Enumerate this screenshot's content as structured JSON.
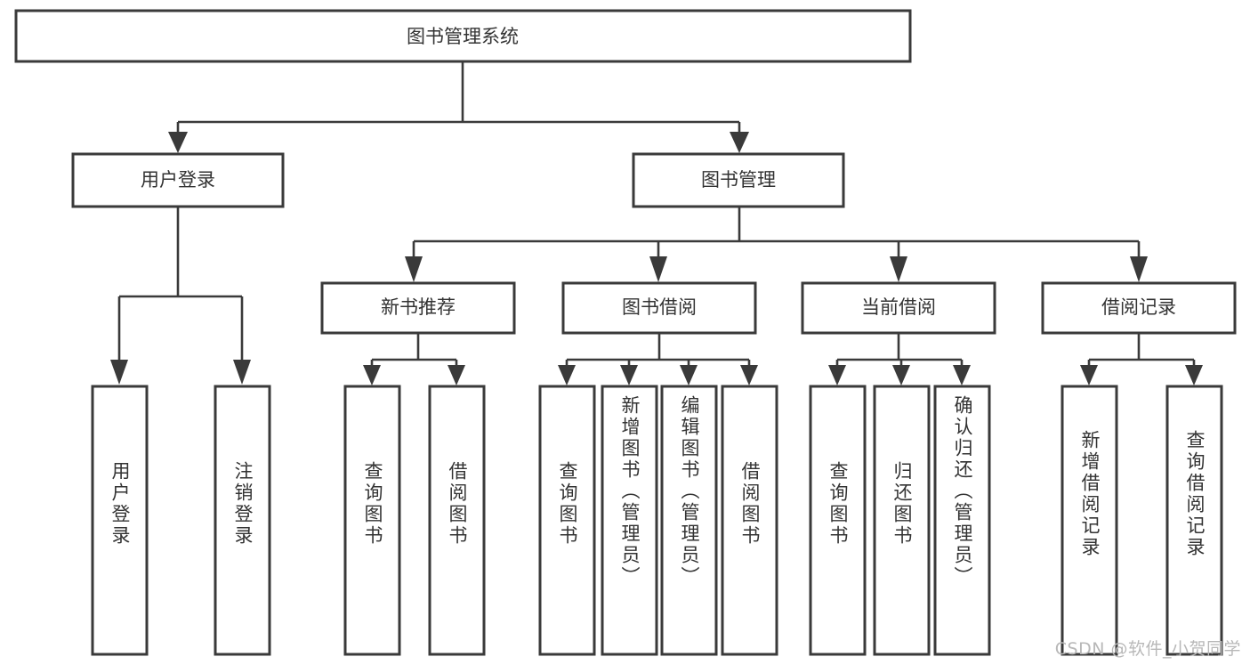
{
  "diagram": {
    "title": "图书管理系统",
    "type": "tree",
    "root": {
      "id": "root",
      "label": "图书管理系统",
      "orientation": "horizontal"
    },
    "level2": [
      {
        "id": "user-login",
        "label": "用户登录",
        "orientation": "horizontal"
      },
      {
        "id": "book-manage",
        "label": "图书管理",
        "orientation": "horizontal"
      }
    ],
    "level3": [
      {
        "id": "new-book-recommend",
        "label": "新书推荐",
        "parent": "book-manage",
        "orientation": "horizontal"
      },
      {
        "id": "book-borrow",
        "label": "图书借阅",
        "parent": "book-manage",
        "orientation": "horizontal"
      },
      {
        "id": "current-borrow",
        "label": "当前借阅",
        "parent": "book-manage",
        "orientation": "horizontal"
      },
      {
        "id": "borrow-record",
        "label": "借阅记录",
        "parent": "book-manage",
        "orientation": "horizontal"
      }
    ],
    "leaves": [
      {
        "id": "leaf-user-login",
        "label": "用户登录",
        "parent": "user-login",
        "orientation": "vertical"
      },
      {
        "id": "leaf-user-logout",
        "label": "注销登录",
        "parent": "user-login",
        "orientation": "vertical"
      },
      {
        "id": "leaf-query-book-1",
        "label": "查询图书",
        "parent": "new-book-recommend",
        "orientation": "vertical"
      },
      {
        "id": "leaf-borrow-book-1",
        "label": "借阅图书",
        "parent": "new-book-recommend",
        "orientation": "vertical"
      },
      {
        "id": "leaf-query-book-2",
        "label": "查询图书",
        "parent": "book-borrow",
        "orientation": "vertical"
      },
      {
        "id": "leaf-add-book",
        "label": "新增图书（管理员）",
        "parent": "book-borrow",
        "orientation": "vertical"
      },
      {
        "id": "leaf-edit-book",
        "label": "编辑图书（管理员）",
        "parent": "book-borrow",
        "orientation": "vertical"
      },
      {
        "id": "leaf-borrow-book-2",
        "label": "借阅图书",
        "parent": "book-borrow",
        "orientation": "vertical"
      },
      {
        "id": "leaf-query-book-3",
        "label": "查询图书",
        "parent": "current-borrow",
        "orientation": "vertical"
      },
      {
        "id": "leaf-return-book",
        "label": "归还图书",
        "parent": "current-borrow",
        "orientation": "vertical"
      },
      {
        "id": "leaf-confirm-return",
        "label": "确认归还（管理员）",
        "parent": "current-borrow",
        "orientation": "vertical"
      },
      {
        "id": "leaf-add-record",
        "label": "新增借阅记录",
        "parent": "borrow-record",
        "orientation": "vertical"
      },
      {
        "id": "leaf-query-record",
        "label": "查询借阅记录",
        "parent": "borrow-record",
        "orientation": "vertical"
      }
    ],
    "colors": {
      "box_stroke": "#3a3a3a",
      "box_fill": "#ffffff",
      "connector": "#3a3a3a",
      "text": "#333333",
      "background": "#ffffff",
      "watermark": "#b8b8b8"
    }
  },
  "watermark": {
    "text": "CSDN @软件_小贺同学"
  }
}
